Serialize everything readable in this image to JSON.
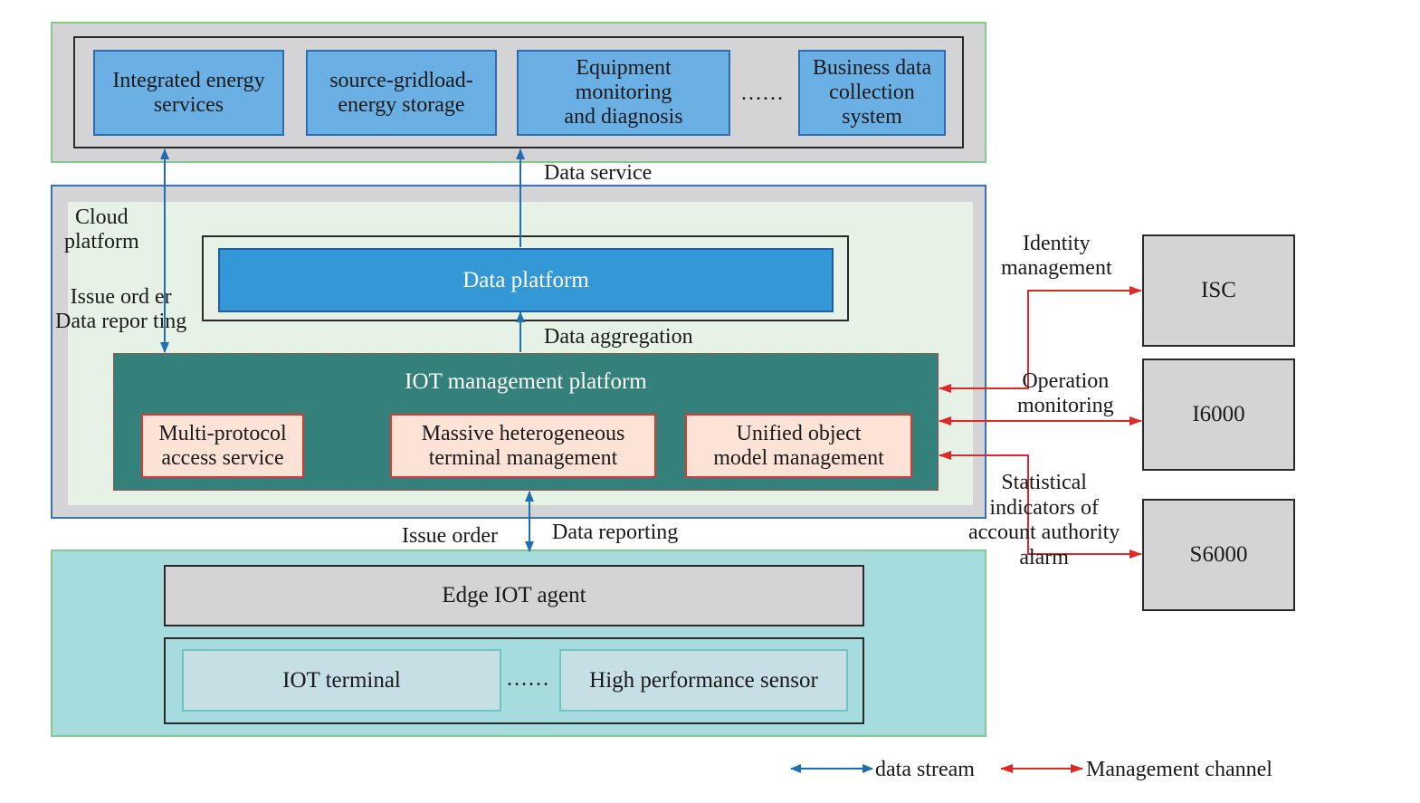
{
  "applications": {
    "items": [
      "Integrated energy\nservices",
      "source-gridload-\nenergy storage",
      "Equipment\nmonitoring\nand diagnosis",
      "Business data\ncollection\nsystem"
    ],
    "ellipsis": "……"
  },
  "cloud": {
    "label": "Cloud\nplatform",
    "data_platform": "Data platform",
    "iot_platform": {
      "title": "IOT management platform",
      "services": [
        "Multi-protocol\naccess service",
        "Massive heterogeneous\nterminal management",
        "Unified object\nmodel management"
      ]
    }
  },
  "edge": {
    "agent": "Edge IOT agent",
    "terminals": [
      "IOT terminal",
      "High performance sensor"
    ],
    "ellipsis": "……"
  },
  "flow_labels": {
    "data_service": "Data service",
    "data_aggregation": "Data aggregation",
    "issue_order_data_reporting": "Issue ord er\nData repor ting",
    "issue_order": "Issue order",
    "data_reporting": "Data reporting"
  },
  "management": {
    "systems": [
      "ISC",
      "I6000",
      "S6000"
    ],
    "channels": [
      "Identity\nmanagement",
      "Operation\nmonitoring",
      "Statistical\nindicators of\naccount authority\nalarm"
    ]
  },
  "legend": {
    "data_stream": "data stream",
    "management_channel": "Management channel"
  },
  "colors": {
    "data_stream": "#1f6db3",
    "management_channel": "#e02828"
  }
}
